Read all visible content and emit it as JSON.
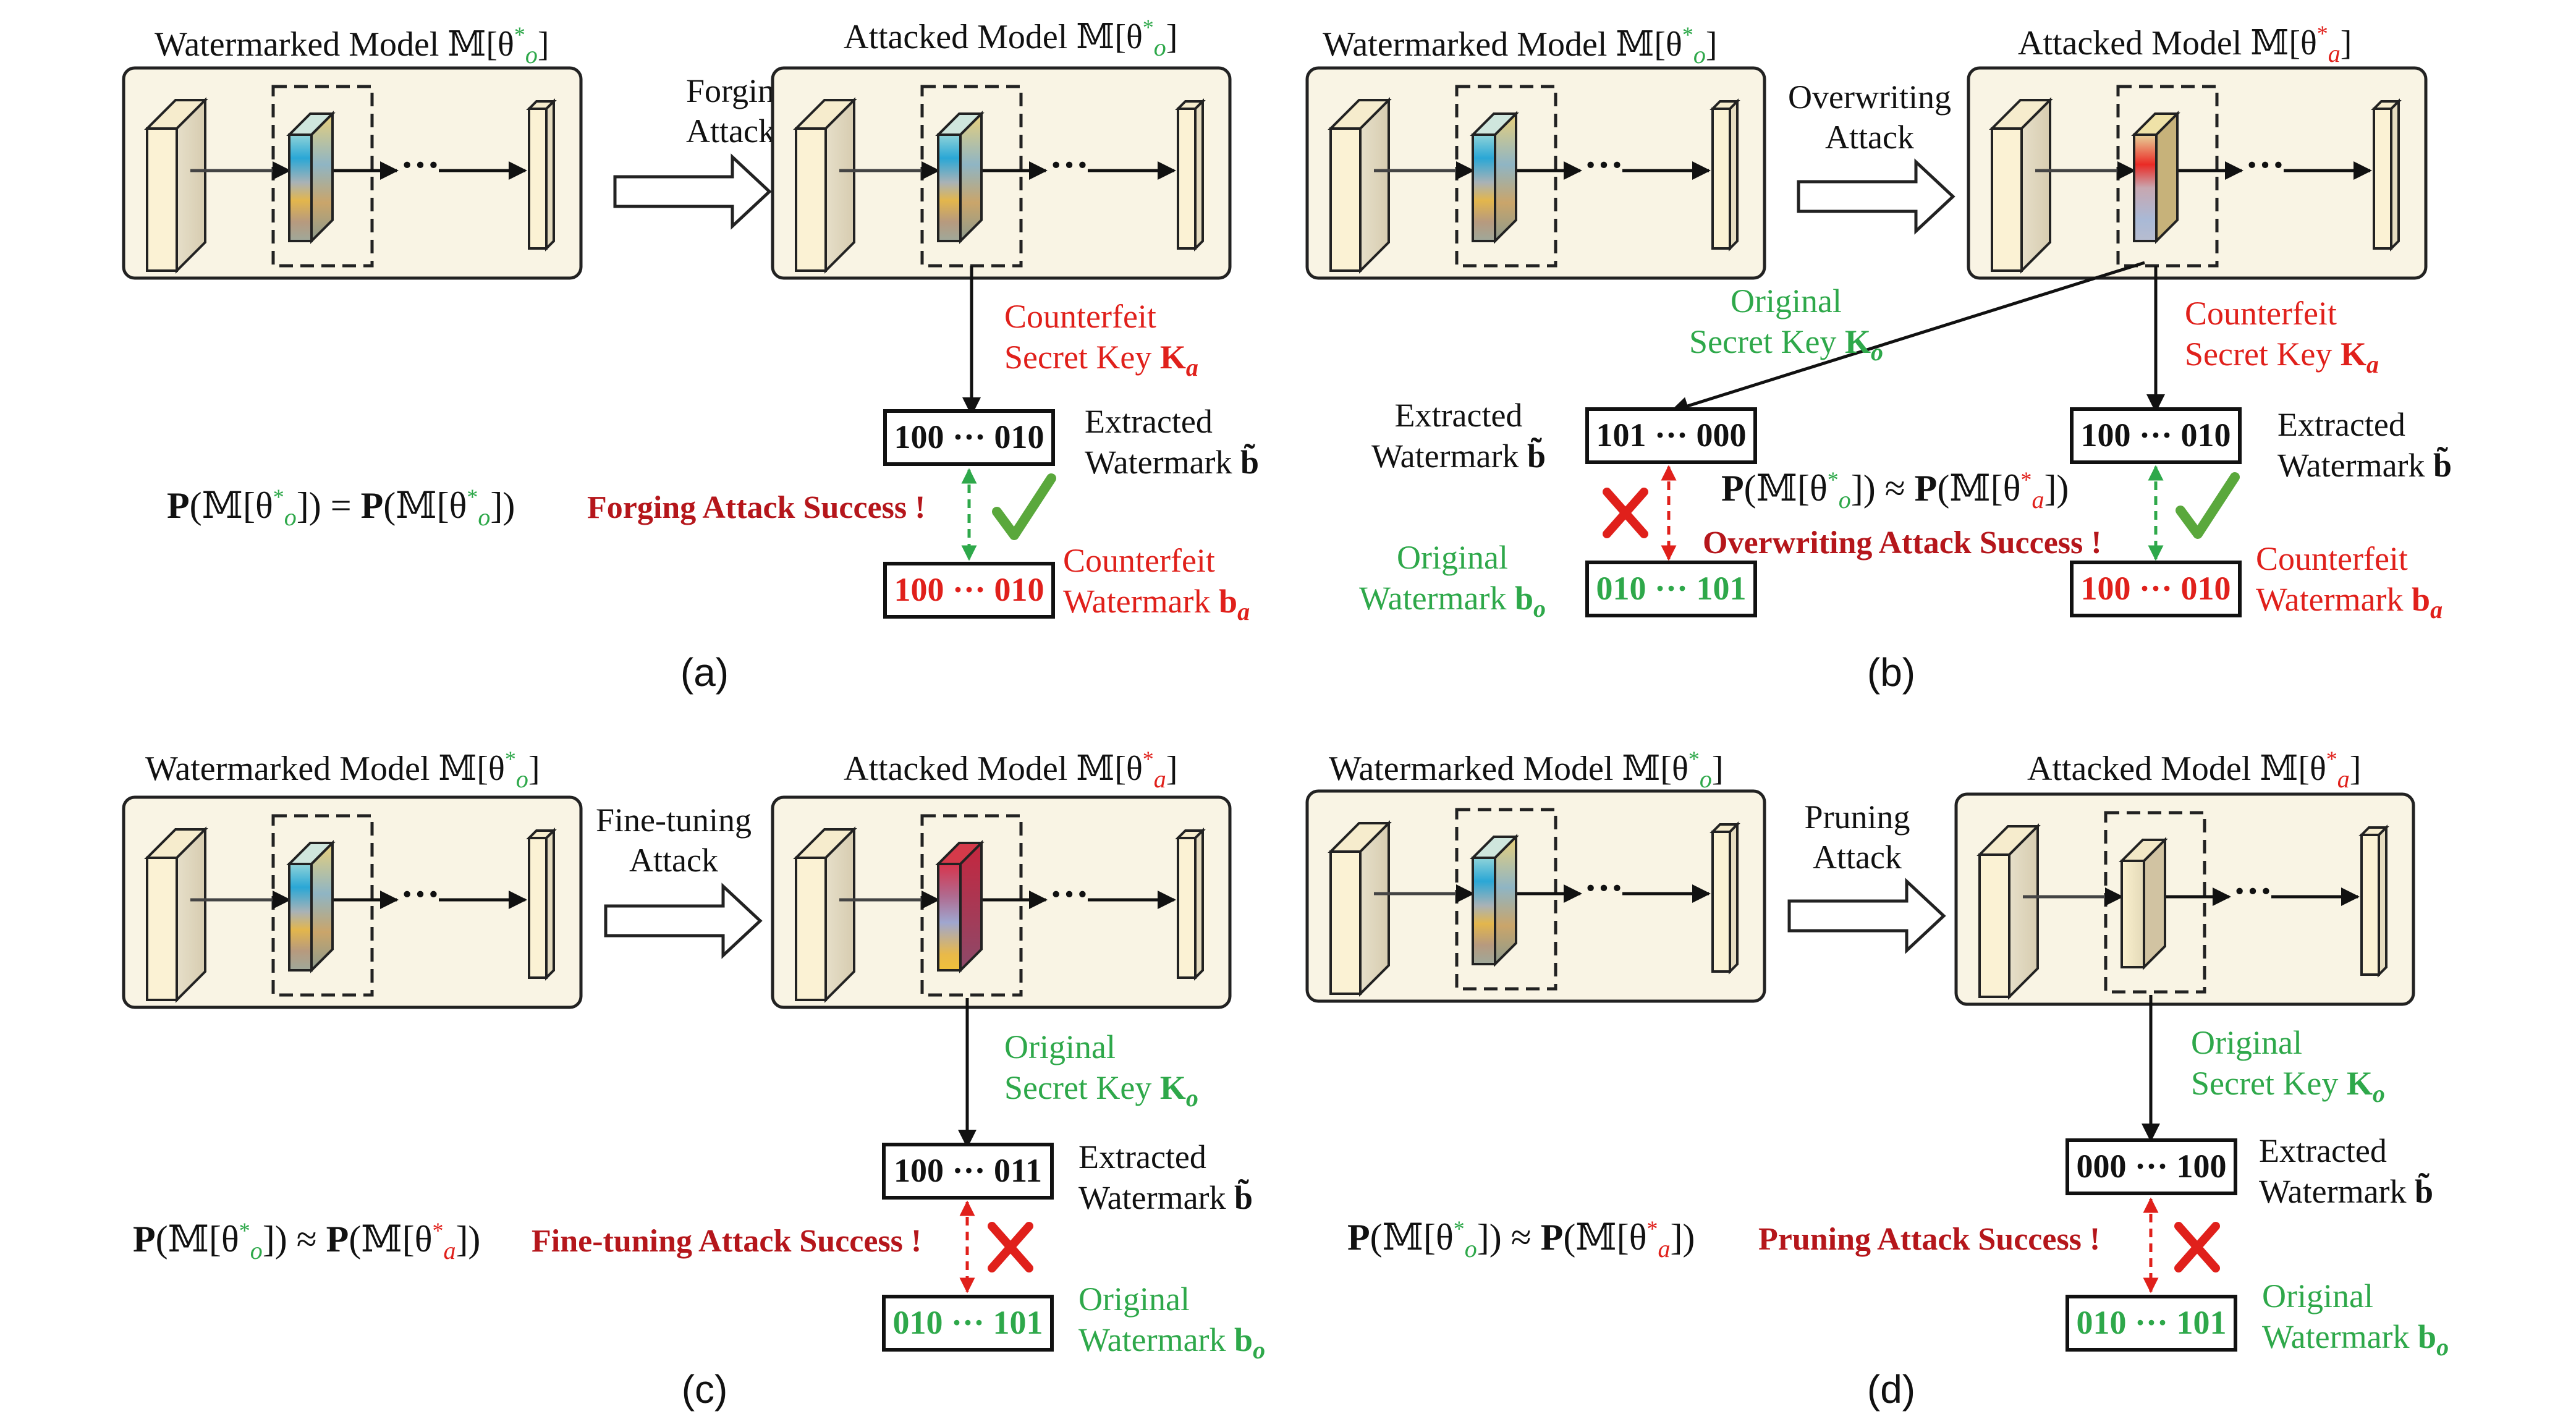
{
  "colors": {
    "green": "#2ea84a",
    "red": "#e0201b",
    "darkred": "#b5161b",
    "panel_fill": "#f9f4e4",
    "layer_fill": "#f8efd6"
  },
  "panels": [
    {
      "id": "a",
      "caption": "(a)",
      "wm_title": "Watermarked  Model 𝕄[θ",
      "wm_theta_color": "green",
      "wm_theta_sub": "o",
      "attack_line1": "Forging",
      "attack_line2": "Attack",
      "atk_title": "Attacked  Model 𝕄[θ",
      "atk_theta_color": "green",
      "atk_theta_sub": "o",
      "attacked_layer": "blue",
      "key_label_1": "Counterfeit",
      "key_label_2": "Secret Key ",
      "key_symbol": "K",
      "key_sub": "a",
      "key_color": "red",
      "extracted_bits": "100 ··· 010",
      "extracted_label_1": "Extracted",
      "extracted_label_2": "Watermark ",
      "extracted_symbol": "b̃",
      "compare_bits": "100 ··· 010",
      "compare_color": "red",
      "compare_label_1": "Counterfeit",
      "compare_label_2": "Watermark ",
      "compare_symbol": "b",
      "compare_sub": "a",
      "equation_lhs_sub": "o",
      "equation_rel": "=",
      "equation_rhs_sub": "o",
      "equation_rhs_color": "green",
      "success_text": "Forging Attack Success !",
      "result": "check"
    },
    {
      "id": "b",
      "caption": "(b)",
      "wm_title": "Watermarked  Model 𝕄[θ",
      "wm_theta_color": "green",
      "wm_theta_sub": "o",
      "attack_line1": "Overwriting",
      "attack_line2": "Attack",
      "atk_title": "Attacked  Model 𝕄[θ",
      "atk_theta_color": "red",
      "atk_theta_sub": "a",
      "attacked_layer": "redtop",
      "key_label_1": "Counterfeit",
      "key_label_2": "Secret Key ",
      "key_symbol": "K",
      "key_sub": "a",
      "key_color": "red",
      "extracted_bits": "100 ··· 010",
      "extracted_label_1": "Extracted",
      "extracted_label_2": "Watermark ",
      "extracted_symbol": "b̃",
      "compare_bits": "100 ··· 010",
      "compare_color": "red",
      "compare_label_1": "Counterfeit",
      "compare_label_2": "Watermark ",
      "compare_symbol": "b",
      "compare_sub": "a",
      "orig_key_label_1": "Original",
      "orig_key_label_2": "Secret Key ",
      "orig_key_symbol": "K",
      "orig_key_sub": "o",
      "orig_extracted_bits": "101 ··· 000",
      "orig_extracted_label_1": "Extracted",
      "orig_extracted_label_2": "Watermark ",
      "orig_wm_bits": "010 ··· 101",
      "orig_wm_label_1": "Original",
      "orig_wm_label_2": "Watermark ",
      "equation_rel": "≈",
      "success_text": "Overwriting Attack Success !"
    },
    {
      "id": "c",
      "caption": "(c)",
      "wm_title": "Watermarked  Model 𝕄[θ",
      "wm_theta_color": "green",
      "wm_theta_sub": "o",
      "attack_line1": "Fine-tuning",
      "attack_line2": "Attack",
      "atk_title": "Attacked  Model 𝕄[θ",
      "atk_theta_color": "red",
      "atk_theta_sub": "a",
      "attacked_layer": "redfull",
      "key_label_1": "Original",
      "key_label_2": "Secret Key ",
      "key_symbol": "K",
      "key_sub": "o",
      "key_color": "green",
      "extracted_bits": "100 ··· 011",
      "extracted_label_1": "Extracted",
      "extracted_label_2": "Watermark ",
      "extracted_symbol": "b̃",
      "compare_bits": "010 ··· 101",
      "compare_color": "green",
      "compare_label_1": "Original",
      "compare_label_2": "Watermark ",
      "compare_symbol": "b",
      "compare_sub": "o",
      "equation_rel": "≈",
      "success_text": "Fine-tuning Attack Success !",
      "result": "cross"
    },
    {
      "id": "d",
      "caption": "(d)",
      "wm_title": "Watermarked  Model 𝕄[θ",
      "wm_theta_color": "green",
      "wm_theta_sub": "o",
      "attack_line1": "Pruning",
      "attack_line2": "Attack",
      "atk_title": "Attacked  Model 𝕄[θ",
      "atk_theta_color": "red",
      "atk_theta_sub": "a",
      "attacked_layer": "plain",
      "key_label_1": "Original",
      "key_label_2": "Secret Key ",
      "key_symbol": "K",
      "key_sub": "o",
      "key_color": "green",
      "extracted_bits": "000 ··· 100",
      "extracted_label_1": "Extracted",
      "extracted_label_2": "Watermark ",
      "extracted_symbol": "b̃",
      "compare_bits": "010 ··· 101",
      "compare_color": "green",
      "compare_label_1": "Original",
      "compare_label_2": "Watermark ",
      "compare_symbol": "b",
      "compare_sub": "o",
      "equation_rel": "≈",
      "success_text": "Pruning Attack Success !",
      "result": "cross"
    }
  ]
}
